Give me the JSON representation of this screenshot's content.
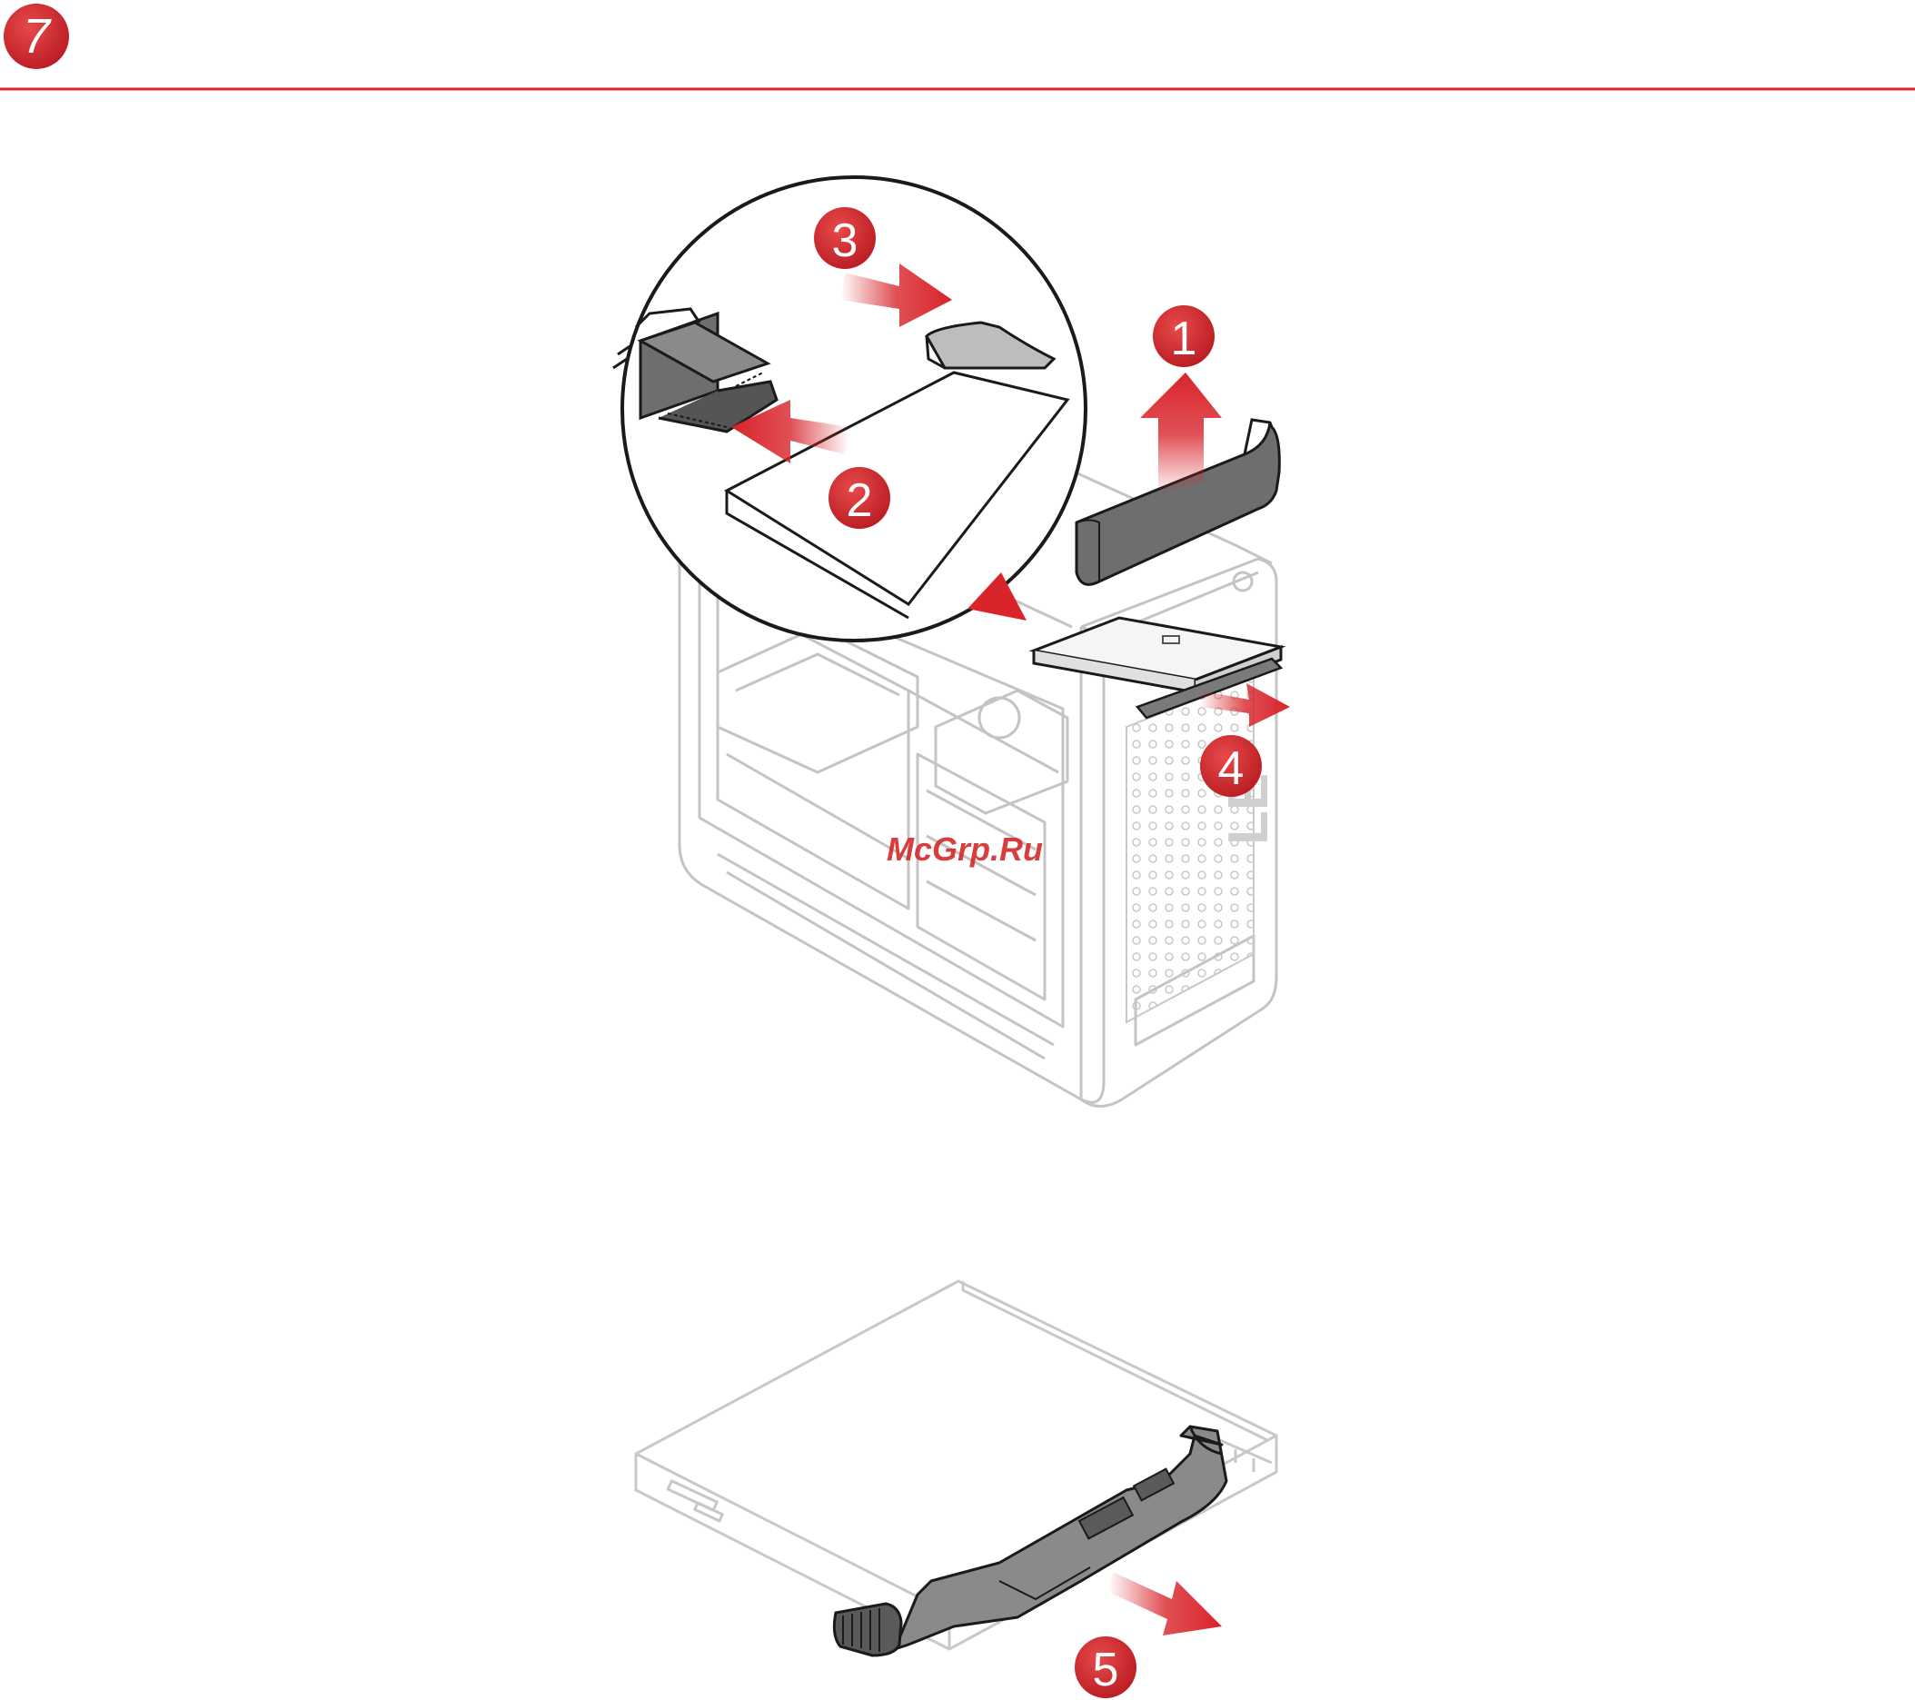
{
  "header": {
    "step_number": "7",
    "accent_color": "#d8242a"
  },
  "callouts": [
    {
      "label": "1",
      "action": "arrow-up"
    },
    {
      "label": "2",
      "action": "arrow-left"
    },
    {
      "label": "3",
      "action": "arrow-right"
    },
    {
      "label": "4",
      "action": "arrow-right"
    },
    {
      "label": "5",
      "action": "arrow-right"
    }
  ],
  "watermark": "McGrp.Ru",
  "case_brand_fragment": "LE",
  "colors": {
    "accent": "#d8242a",
    "line_gray": "#c4c4c4",
    "part_dark": "#6e6e6e",
    "outline": "#1a1a1a"
  }
}
